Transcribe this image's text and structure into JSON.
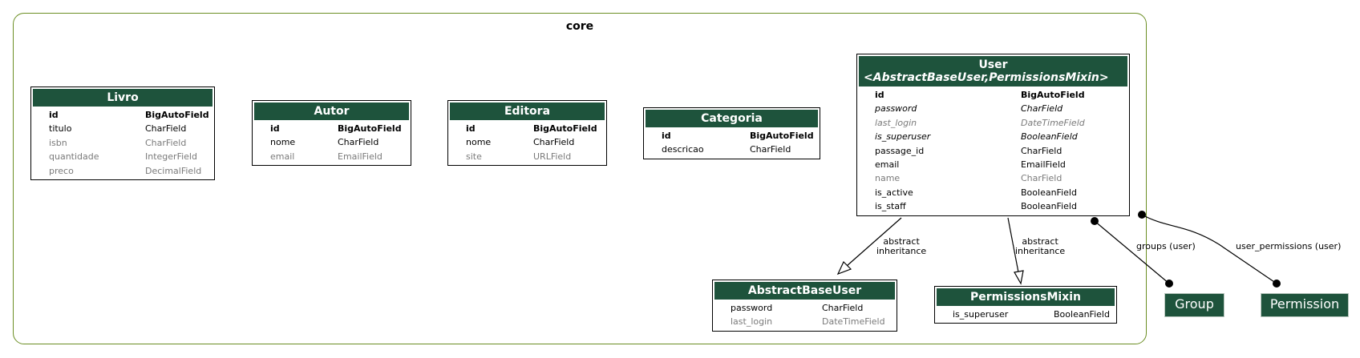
{
  "cluster": {
    "label": "core"
  },
  "models": {
    "livro": {
      "title": "Livro",
      "fields": [
        {
          "name": "id",
          "type": "BigAutoField",
          "style": "bold"
        },
        {
          "name": "titulo",
          "type": "CharField",
          "style": "normal"
        },
        {
          "name": "isbn",
          "type": "CharField",
          "style": "muted"
        },
        {
          "name": "quantidade",
          "type": "IntegerField",
          "style": "muted"
        },
        {
          "name": "preco",
          "type": "DecimalField",
          "style": "muted"
        }
      ]
    },
    "autor": {
      "title": "Autor",
      "fields": [
        {
          "name": "id",
          "type": "BigAutoField",
          "style": "bold"
        },
        {
          "name": "nome",
          "type": "CharField",
          "style": "normal"
        },
        {
          "name": "email",
          "type": "EmailField",
          "style": "muted"
        }
      ]
    },
    "editora": {
      "title": "Editora",
      "fields": [
        {
          "name": "id",
          "type": "BigAutoField",
          "style": "bold"
        },
        {
          "name": "nome",
          "type": "CharField",
          "style": "normal"
        },
        {
          "name": "site",
          "type": "URLField",
          "style": "muted"
        }
      ]
    },
    "categoria": {
      "title": "Categoria",
      "fields": [
        {
          "name": "id",
          "type": "BigAutoField",
          "style": "bold"
        },
        {
          "name": "descricao",
          "type": "CharField",
          "style": "normal"
        }
      ]
    },
    "user": {
      "title": "User",
      "subtitle": "<AbstractBaseUser,PermissionsMixin>",
      "fields": [
        {
          "name": "id",
          "type": "BigAutoField",
          "style": "bold"
        },
        {
          "name": "password",
          "type": "CharField",
          "style": "ital"
        },
        {
          "name": "last_login",
          "type": "DateTimeField",
          "style": "ital muted"
        },
        {
          "name": "is_superuser",
          "type": "BooleanField",
          "style": "ital"
        },
        {
          "name": "passage_id",
          "type": "CharField",
          "style": "normal"
        },
        {
          "name": "email",
          "type": "EmailField",
          "style": "normal"
        },
        {
          "name": "name",
          "type": "CharField",
          "style": "muted"
        },
        {
          "name": "is_active",
          "type": "BooleanField",
          "style": "normal"
        },
        {
          "name": "is_staff",
          "type": "BooleanField",
          "style": "normal"
        }
      ]
    },
    "abstractbaseuser": {
      "title": "AbstractBaseUser",
      "fields": [
        {
          "name": "password",
          "type": "CharField",
          "style": "normal"
        },
        {
          "name": "last_login",
          "type": "DateTimeField",
          "style": "muted"
        }
      ]
    },
    "permissionsmixin": {
      "title": "PermissionsMixin",
      "fields": [
        {
          "name": "is_superuser",
          "type": "BooleanField",
          "style": "normal"
        }
      ]
    }
  },
  "external": {
    "group": "Group",
    "permission": "Permission"
  },
  "edges": {
    "abstract_1_line1": "abstract",
    "abstract_1_line2": "inheritance",
    "abstract_2_line1": "abstract",
    "abstract_2_line2": "inheritance",
    "groups": "groups (user)",
    "user_permissions": "user_permissions (user)"
  },
  "colors": {
    "header": "#1e533c",
    "cluster_border": "#6b8e23",
    "muted_text": "#7a7a7a"
  }
}
